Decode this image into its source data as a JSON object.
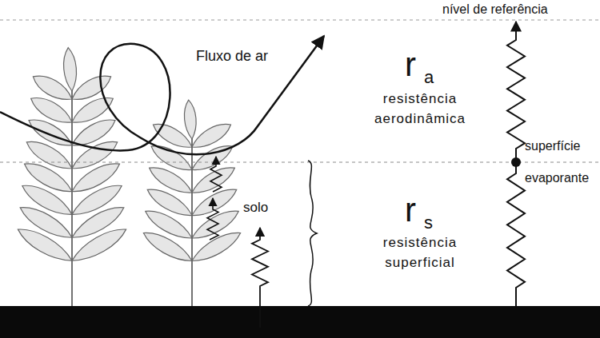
{
  "diagram": {
    "labels": [
      "nível de referência",
      "Fluxo de ar",
      "r",
      "a",
      "resistência aerodinâmica",
      "superfície evaporante",
      "solo",
      "r",
      "s",
      "resistência superficial"
    ]
  }
}
